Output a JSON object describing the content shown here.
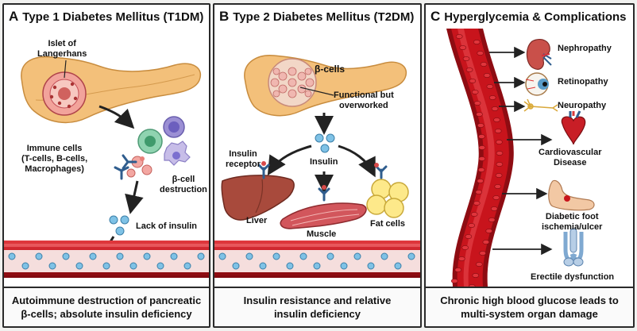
{
  "panels": {
    "a": {
      "letter": "A",
      "title": "Type 1 Diabetes Mellitus (T1DM)",
      "labels": {
        "islet_l1": "Islet of",
        "islet_l2": "Langerhans",
        "immune_l1": "Immune cells",
        "immune_l2": "(T-cells, B-cells,",
        "immune_l3": "Macrophages)",
        "destruction_l1": "β-cell",
        "destruction_l2": "destruction",
        "lack": "Lack of insulin"
      },
      "caption_l1": "Autoimmune destruction of pancreatic",
      "caption_l2": "β-cells; absolute insulin deficiency"
    },
    "b": {
      "letter": "B",
      "title": "Type 2 Diabetes Mellitus (T2DM)",
      "labels": {
        "beta": "β-cells",
        "functional_l1": "Functional but",
        "functional_l2": "overworked",
        "receptor_l1": "Insulin",
        "receptor_l2": "receptor",
        "insulin": "Insulin",
        "liver": "Liver",
        "muscle": "Muscle",
        "fat": "Fat cells"
      },
      "caption_l1": "Insulin resistance and relative",
      "caption_l2": "insulin deficiency"
    },
    "c": {
      "letter": "C",
      "title": "Hyperglycemia & Complications",
      "labels": {
        "nephropathy": "Nephropathy",
        "retinopathy": "Retinopathy",
        "neuropathy": "Neuropathy",
        "cardio_l1": "Cardiovascular",
        "cardio_l2": "Disease",
        "foot_l1": "Diabetic foot",
        "foot_l2": "ischemia/ulcer",
        "erectile": "Erectile dysfunction"
      },
      "caption_l1": "Chronic high blood glucose leads to",
      "caption_l2": "multi-system organ damage"
    }
  },
  "colors": {
    "vessel_red": "#c8141c",
    "vessel_dark": "#8e0c12",
    "glucose_blue": "#7fc2e6",
    "pancreas": "#f3c07a",
    "border": "#2a2a2a"
  }
}
